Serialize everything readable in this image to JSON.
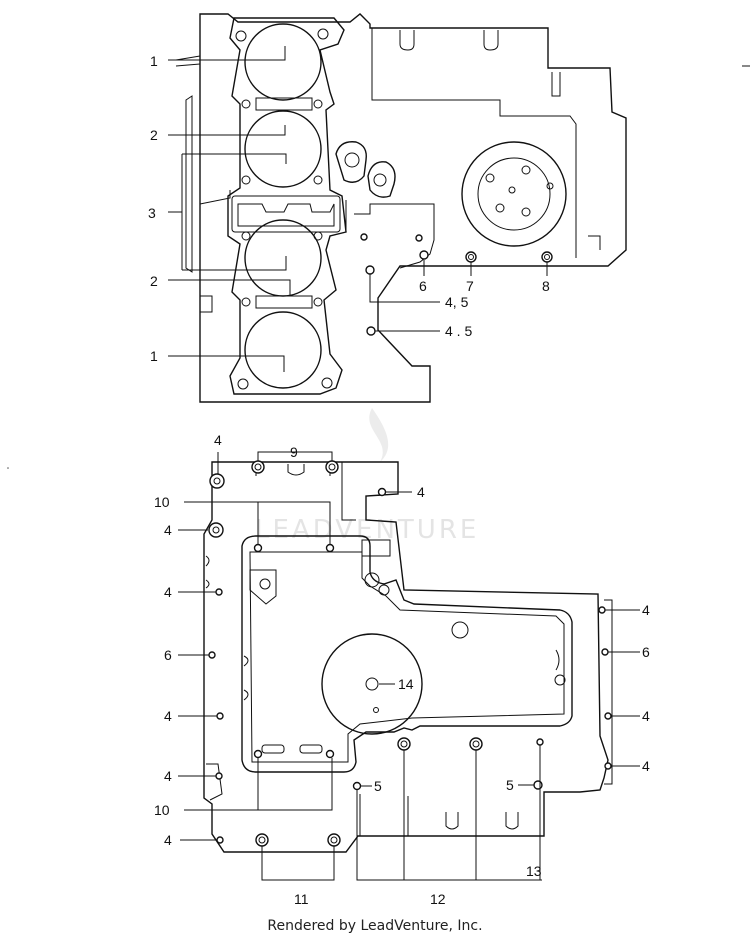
{
  "watermark": "LEADVENTURE",
  "footer": "Rendered by LeadVenture, Inc.",
  "callouts": {
    "c1": "1",
    "c2": "2",
    "c3": "3",
    "c4": "4",
    "c45a": "4, 5",
    "c45b": "4 . 5",
    "c5": "5",
    "c6": "6",
    "c7": "7",
    "c8": "8",
    "c9": "9",
    "c10": "10",
    "c11": "11",
    "c12": "12",
    "c13": "13",
    "c14": "14"
  },
  "colors": {
    "line": "#111111",
    "background": "#ffffff",
    "watermark": "#e4e4e4"
  }
}
